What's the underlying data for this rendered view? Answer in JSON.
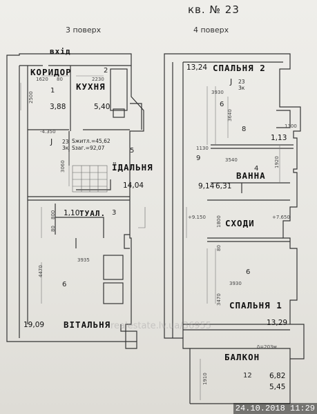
{
  "header": {
    "title": "кв. № 23",
    "floor_left": "3 поверх",
    "floor_right": "4 поверх"
  },
  "floor3": {
    "entrance_label": "вхід",
    "rooms": [
      {
        "name": "КОРИДОР",
        "number": "1",
        "area": "3,88"
      },
      {
        "name": "КУХНЯ",
        "number": "2",
        "area": "5,40"
      },
      {
        "name": "ЇДАЛЬНЯ",
        "number": "5",
        "area": "14,04"
      },
      {
        "name": "ТУАЛ.",
        "number": "3",
        "area": "1,10"
      },
      {
        "name": "ВІТАЛЬНЯ",
        "number": "6",
        "area": "19,09"
      }
    ],
    "apt_info": {
      "symbol": "J",
      "number": "23",
      "rooms": "3к",
      "living": "Sжитл.=45,62",
      "total": "Sзаг.=92,07"
    },
    "dims": {
      "d1": "1620",
      "d2": "80",
      "d3": "2230",
      "d4": "2500",
      "d5": "-4.350",
      "d6": "3060",
      "d7": "800",
      "d8": "80",
      "d9": "3935",
      "d10": "4470"
    }
  },
  "floor4": {
    "rooms": [
      {
        "name": "СПАЛЬНЯ 2",
        "number": "6",
        "area": "13,24"
      },
      {
        "name": "",
        "number": "8",
        "area": "1,13"
      },
      {
        "name": "ВАННА",
        "number": "4",
        "area": "6,31"
      },
      {
        "name": "",
        "number": "9",
        "area": "9,14"
      },
      {
        "name": "СХОДИ",
        "number": "",
        "area": ""
      },
      {
        "name": "СПАЛЬНЯ 1",
        "number": "6",
        "area": "13,29"
      },
      {
        "name": "БАЛКОН",
        "number": "12",
        "area": "6,82"
      }
    ],
    "apt_info": {
      "symbol": "J",
      "number": "23",
      "rooms": "3к"
    },
    "extra_area": "5,45",
    "dims": {
      "d1": "3930",
      "d2": "3640",
      "d3": "1300",
      "d4": "1130",
      "d5": "3540",
      "d6": "1920",
      "d7": "+9.150",
      "d8": "+7.650",
      "d9": "1800",
      "d10": "80",
      "d11": "3930",
      "d12": "3470",
      "d13": "1910",
      "d14": "δ=203м"
    }
  },
  "watermark": "realestate.lv.ua/36955",
  "timestamp": "24.10.2018 11:29"
}
